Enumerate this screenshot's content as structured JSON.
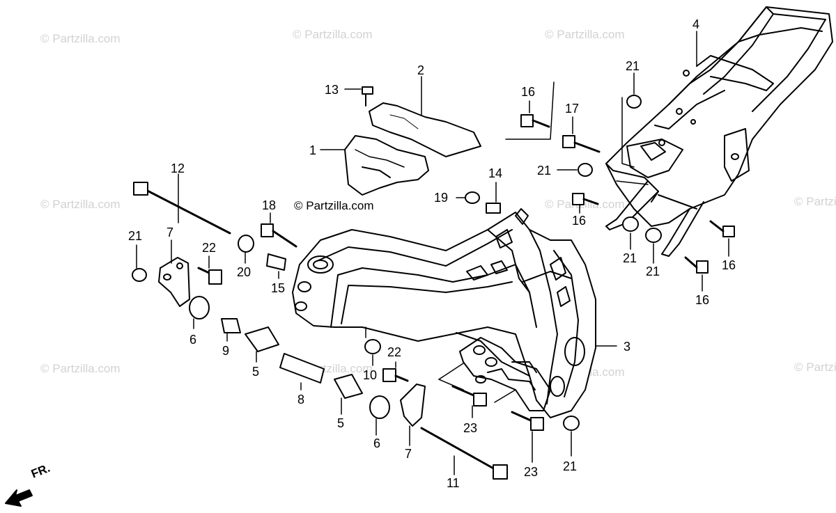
{
  "watermark": "© Partzilla.com",
  "copyright": "© Partzilla.com",
  "direction_label": "FR.",
  "callouts": [
    {
      "id": "c1",
      "text": "1"
    },
    {
      "id": "c2",
      "text": "2"
    },
    {
      "id": "c3",
      "text": "3"
    },
    {
      "id": "c4",
      "text": "4"
    },
    {
      "id": "c5a",
      "text": "5"
    },
    {
      "id": "c5b",
      "text": "5"
    },
    {
      "id": "c6a",
      "text": "6"
    },
    {
      "id": "c6b",
      "text": "6"
    },
    {
      "id": "c7a",
      "text": "7"
    },
    {
      "id": "c7b",
      "text": "7"
    },
    {
      "id": "c8",
      "text": "8"
    },
    {
      "id": "c9",
      "text": "9"
    },
    {
      "id": "c10",
      "text": "10"
    },
    {
      "id": "c11",
      "text": "11"
    },
    {
      "id": "c12",
      "text": "12"
    },
    {
      "id": "c13",
      "text": "13"
    },
    {
      "id": "c14",
      "text": "14"
    },
    {
      "id": "c15",
      "text": "15"
    },
    {
      "id": "c16a",
      "text": "16"
    },
    {
      "id": "c16b",
      "text": "16"
    },
    {
      "id": "c16c",
      "text": "16"
    },
    {
      "id": "c16d",
      "text": "16"
    },
    {
      "id": "c17",
      "text": "17"
    },
    {
      "id": "c18",
      "text": "18"
    },
    {
      "id": "c19",
      "text": "19"
    },
    {
      "id": "c20",
      "text": "20"
    },
    {
      "id": "c21a",
      "text": "21"
    },
    {
      "id": "c21b",
      "text": "21"
    },
    {
      "id": "c21c",
      "text": "21"
    },
    {
      "id": "c21d",
      "text": "21"
    },
    {
      "id": "c21e",
      "text": "21"
    },
    {
      "id": "c21f",
      "text": "21"
    },
    {
      "id": "c22a",
      "text": "22"
    },
    {
      "id": "c22b",
      "text": "22"
    },
    {
      "id": "c23a",
      "text": "23"
    },
    {
      "id": "c23b",
      "text": "23"
    }
  ]
}
